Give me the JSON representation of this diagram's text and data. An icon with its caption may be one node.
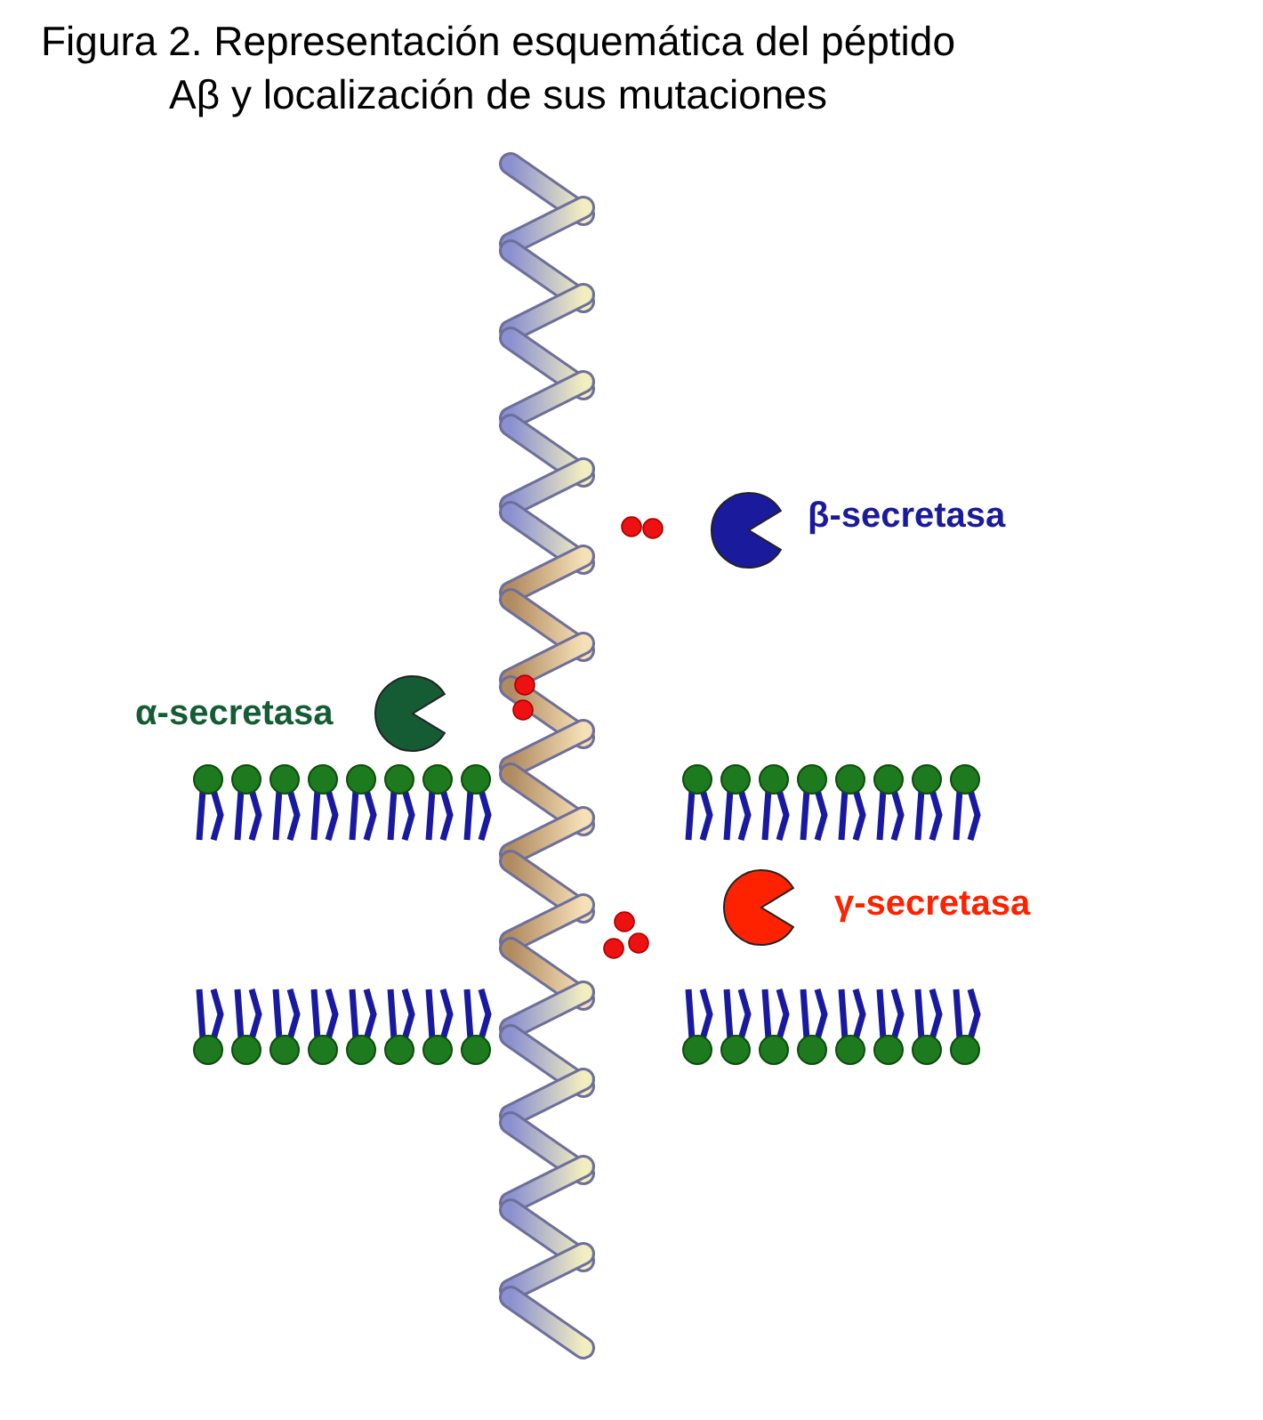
{
  "diagram": {
    "title": "Figura 2.  Representación esquemática del péptido Aβ y localización de sus mutaciones",
    "labels": [
      "β-secretasa",
      "α-secretasa",
      "γ-secretasa"
    ]
  }
}
